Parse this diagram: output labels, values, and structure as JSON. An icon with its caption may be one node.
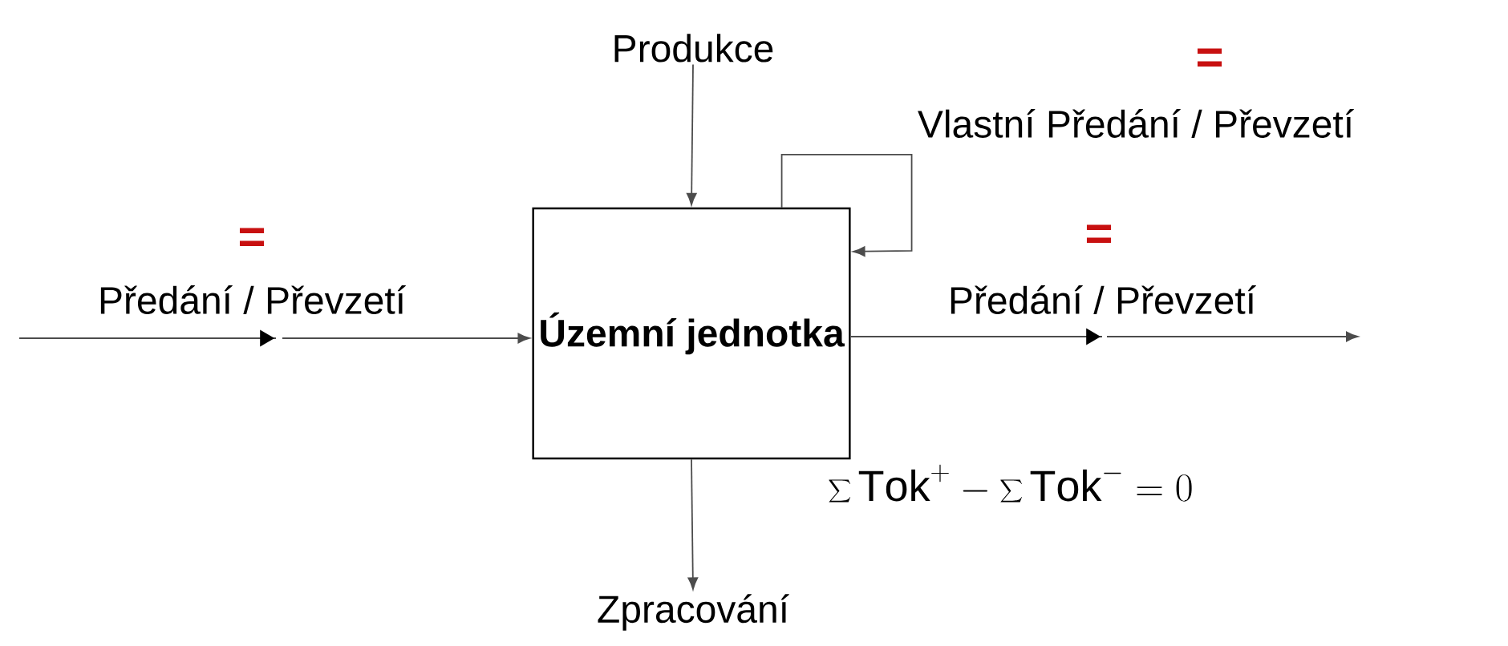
{
  "diagram": {
    "nodes": [
      {
        "text": [
          "Územní jednotka"
        ]
      },
      {
        "text": [
          "Produkce"
        ]
      },
      {
        "text": [
          "Zpracování"
        ]
      }
    ],
    "edges": [
      {
        "from": 1,
        "to": 0,
        "arrow": "to"
      },
      {
        "from": 0,
        "to": 2,
        "arrow": "to"
      },
      {
        "from": 0,
        "to": 0,
        "arrow": "to",
        "label": "Vlastní Předání / Převzetí"
      },
      {
        "from": null,
        "to": 0,
        "arrow": "to",
        "label": "Předání / Převzetí"
      },
      {
        "from": 0,
        "to": null,
        "arrow": "to",
        "label": "Předání / Převzetí"
      }
    ],
    "labels": [
      "=",
      "=",
      "=",
      "\\sum \\mathrm{Tok}^{+} - \\sum \\mathrm{Tok}^{-} = 0"
    ]
  }
}
